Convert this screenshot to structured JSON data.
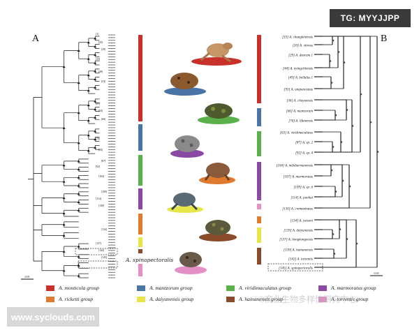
{
  "watermark_tag": "TG: MYYJJPP",
  "site_banner": "www.syclouds.com",
  "watermark_cn": "©商业生物多样性研究中心",
  "panel_a": "A",
  "panel_b": "B",
  "center_label": "A. spinapectoralis",
  "scale_left": "0.05",
  "scale_right": "0.05",
  "tips_b": [
    "[33] A. chungkinensis",
    "[20] A. vitreus",
    "[29] A. daorum 1",
    "[44] A. nyingchiensis",
    "[49] A. bellulus 1",
    "[93] A. unipunctatus",
    "[36] A. chayuensis",
    "[66] A. mantzorum",
    "[76] A. lifanensis",
    "[63] A. viridimaculatus",
    "[87] A. sp. 2",
    "[92] A. sp. 4",
    "[104] A. indoburmanensis",
    "[107] A. marmoratus",
    "[109] A. sp. 6",
    "[114] A. panhai",
    "[130] A. cremnobatus",
    "[134] A. yatseni",
    "[139] A. daiyunensis",
    "[137] A. hongkongensis",
    "[139] A. hainanensis",
    "[142] A. torrentis",
    "[145] A. spinapectoralis"
  ],
  "tips_a": [
    "[1]",
    "[25]",
    "[29]",
    "[33]",
    "[49]",
    "[53]",
    "[57]",
    "[63]",
    "[66]",
    "[76]",
    "[83]",
    "[87]",
    "[92]",
    "[104]",
    "[109]",
    "[114]",
    "[130]",
    "[134]",
    "[137]",
    "[142]",
    "[145]"
  ],
  "legend": [
    {
      "label": "A. monticola group",
      "color": "#c8312a"
    },
    {
      "label": "A. mantzorum group",
      "color": "#4a74a6"
    },
    {
      "label": "A. viridimaculatus group",
      "color": "#5ab04b"
    },
    {
      "label": "A. marmoratus group",
      "color": "#8a4aa3"
    },
    {
      "label": "A. ricketti group",
      "color": "#e07a2e"
    },
    {
      "label": "A. daiyunensis group",
      "color": "#e6e64a"
    },
    {
      "label": "A. hainanensis group",
      "color": "#8a4b2a"
    },
    {
      "label": "A. torrentis group",
      "color": "#e58fc7"
    }
  ]
}
